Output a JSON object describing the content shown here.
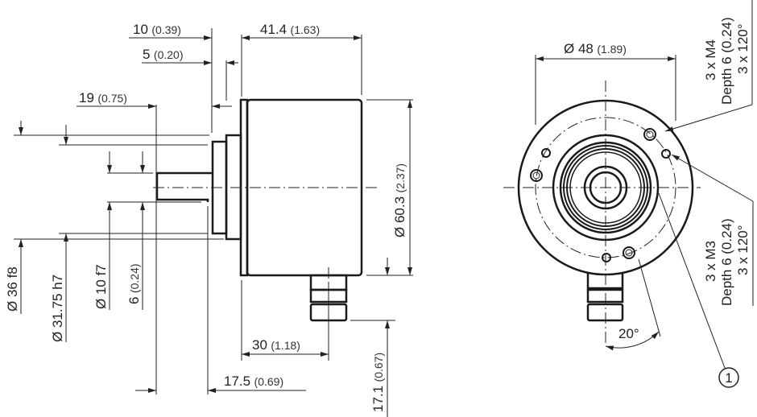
{
  "side_view": {
    "dim_10": {
      "value": "10",
      "inch": "(0.39)"
    },
    "dim_41_4": {
      "value": "41.4",
      "inch": "(1.63)"
    },
    "dim_5": {
      "value": "5",
      "inch": "(0.20)"
    },
    "dim_19": {
      "value": "19",
      "inch": "(0.75)"
    },
    "dim_d36": {
      "value": "Ø 36 f8"
    },
    "dim_d31_75": {
      "value": "Ø 31.75 h7"
    },
    "dim_d10": {
      "value": "Ø 10 f7"
    },
    "dim_6": {
      "value": "6",
      "inch": "(0.24)"
    },
    "dim_d60_3": {
      "value": "Ø 60.3",
      "inch": "(2.37)"
    },
    "dim_30": {
      "value": "30",
      "inch": "(1.18)"
    },
    "dim_17_5": {
      "value": "17.5",
      "inch": "(0.69)"
    },
    "dim_17_1": {
      "value": "17.1",
      "inch": "(0.67)"
    }
  },
  "front_view": {
    "dim_d48": {
      "value": "Ø 48",
      "inch": "(1.89)"
    },
    "m4_note": {
      "line1": "3 x M4",
      "line2": "Depth 6 (0.24)",
      "line3": "3 x 120°"
    },
    "m3_note": {
      "line1": "3 x M3",
      "line2": "Depth 6 (0.24)",
      "line3": "3 x 120°"
    },
    "angle": "20°",
    "callout": "1"
  }
}
